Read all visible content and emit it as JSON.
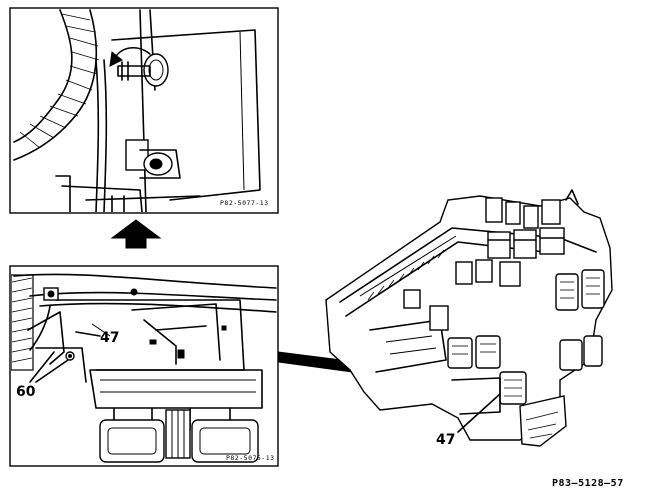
{
  "inset_top": {
    "ref_code": "P82-5077-13"
  },
  "inset_bottom": {
    "ref_code": "P82-5075-13",
    "callouts": {
      "part_47": "47",
      "part_60": "60"
    }
  },
  "main_view": {
    "callouts": {
      "part_47": "47"
    }
  },
  "figure_ref": "P83–5128–57"
}
